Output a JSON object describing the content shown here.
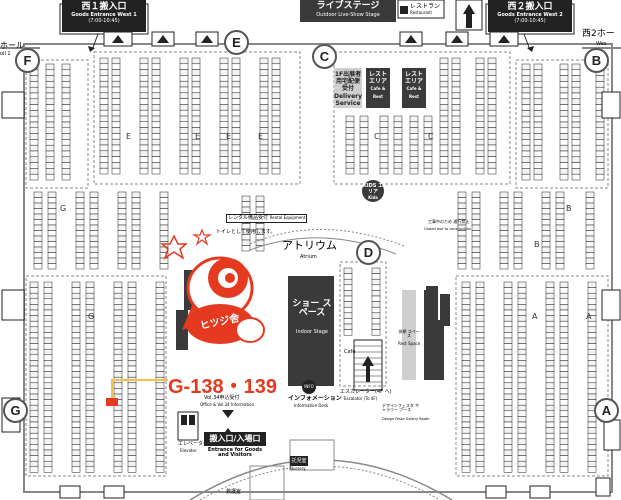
{
  "header": {
    "top_left_label": "ホール",
    "top_left_sub": "oll 1",
    "top_right_label": "西2ホー",
    "top_right_sub": "Wes",
    "stage_title": "ライブステージ",
    "stage_subtitle": "Outdoor Live-Show Stage",
    "restaurant_label": "レストラン",
    "restaurant_en": "Restaurant"
  },
  "entrances": {
    "west1": {
      "label": "西１搬入口",
      "en": "Goods Entrance West 1",
      "time": "(7:00-10:45)"
    },
    "west2": {
      "label": "西２搬入口",
      "en": "Goods Entrance West 2",
      "time": "(7:00-10:45)"
    }
  },
  "zones": [
    "F",
    "E",
    "C",
    "B",
    "D",
    "G",
    "A"
  ],
  "zone_letters": {
    "e": "E",
    "c": "C",
    "b": "B",
    "g": "G",
    "a": "A"
  },
  "blocks": {
    "delivery_jp": "1F出展者用宅配便受付",
    "delivery_en": "Delivery Service",
    "rest1_jp": "レスト エリア",
    "rest1_en": "Cafe & Rest",
    "rest2_jp": "レスト エリア",
    "rest2_en": "Cafe & Rest",
    "kids_jp": "KIDS エリア",
    "kids_en": "Kids Space",
    "rental_jp": "レンタル備品受付",
    "rental_en": "Rental Equipment",
    "toilet_note": "トイレとして使用します。",
    "construction_jp": "工事中のため 通行禁止",
    "construction_en": "Closed due to construction"
  },
  "atrium": {
    "jp": "アトリウム",
    "en": "Atrium"
  },
  "stage": {
    "jp": "ショー スペース",
    "en": "Indoor Stage"
  },
  "rest_space": {
    "jp": "休憩 スペース",
    "en": "Rest Space"
  },
  "cafe": "Cafe",
  "escalator": {
    "jp": "エスカレーター(4F へ)",
    "en": "Escalator (To 4F)"
  },
  "info": {
    "badge": "INFO",
    "jp": "インフォメーション",
    "en": "Information Desk"
  },
  "vol34": {
    "jp": "Vol.34申込受付",
    "en": "Office & Vol.34 Information"
  },
  "design_festa_gallery": {
    "jp": "デザインフェスタ ギャラリー ブース",
    "en": "Design Festa Gallery Booth"
  },
  "elevator": {
    "jp": "エレベーター",
    "en": "Elevator"
  },
  "main_entrance": {
    "jp": "搬入口/入場口",
    "en": "Entrance for Goods and Visitors"
  },
  "nursery": {
    "jp": "託児室",
    "en": "Nursery"
  },
  "first_aid": "救護室",
  "booth": {
    "label": "G-138・139",
    "brand": "ヒツジ舎"
  },
  "colors": {
    "pin": "#e53a1f",
    "dark_block": "#3a3a3a",
    "grid": "#222222",
    "frame": "#888888",
    "yellow": "#f2c14b"
  }
}
